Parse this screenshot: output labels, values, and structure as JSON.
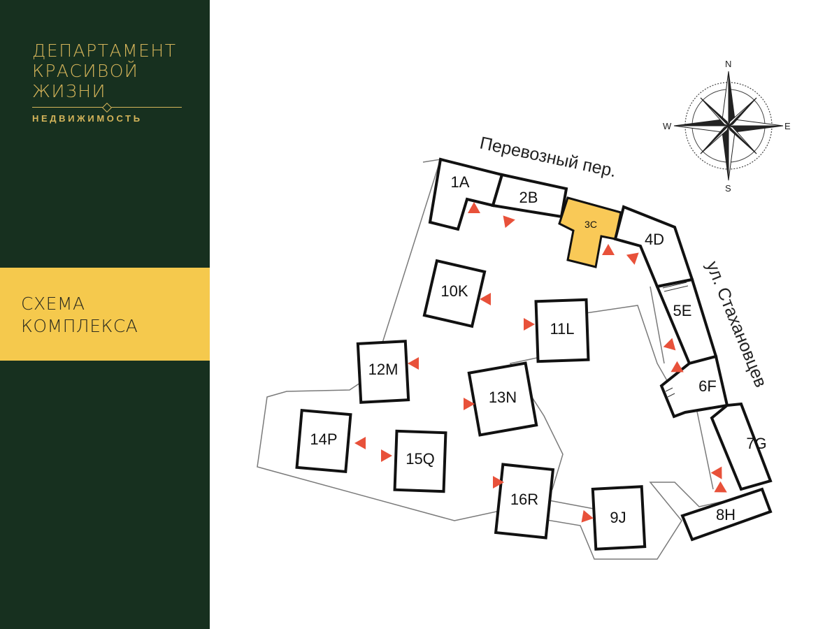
{
  "logo": {
    "lines": [
      "ДЕПАРТАМЕНТ",
      "КРАСИВОЙ",
      "ЖИЗНИ"
    ],
    "subtitle": "НЕДВИЖИМОСТЬ"
  },
  "banner": {
    "lines": [
      "СХЕМА",
      "КОМПЛЕКСА"
    ]
  },
  "colors": {
    "sidebar_bg": "#17301f",
    "accent_gold": "#d4b45a",
    "banner_yellow": "#f5c94d",
    "highlight_building": "#f9c957",
    "arrow_red": "#e8513a"
  },
  "map": {
    "streets": {
      "north": "Перевозный пер.",
      "east": "ул. Стахановцев"
    },
    "compass": {
      "n": "N",
      "e": "E",
      "s": "S",
      "w": "W"
    },
    "buildings": [
      {
        "id": "1A",
        "label": "1A"
      },
      {
        "id": "2B",
        "label": "2B"
      },
      {
        "id": "3C",
        "label": "3C",
        "highlighted": true
      },
      {
        "id": "4D",
        "label": "4D"
      },
      {
        "id": "5E",
        "label": "5E"
      },
      {
        "id": "6F",
        "label": "6F"
      },
      {
        "id": "7G",
        "label": "7G"
      },
      {
        "id": "8H",
        "label": "8H"
      },
      {
        "id": "9J",
        "label": "9J"
      },
      {
        "id": "10K",
        "label": "10K"
      },
      {
        "id": "11L",
        "label": "11L"
      },
      {
        "id": "12M",
        "label": "12M"
      },
      {
        "id": "13N",
        "label": "13N"
      },
      {
        "id": "14P",
        "label": "14P"
      },
      {
        "id": "15Q",
        "label": "15Q"
      },
      {
        "id": "16R",
        "label": "16R"
      }
    ]
  }
}
